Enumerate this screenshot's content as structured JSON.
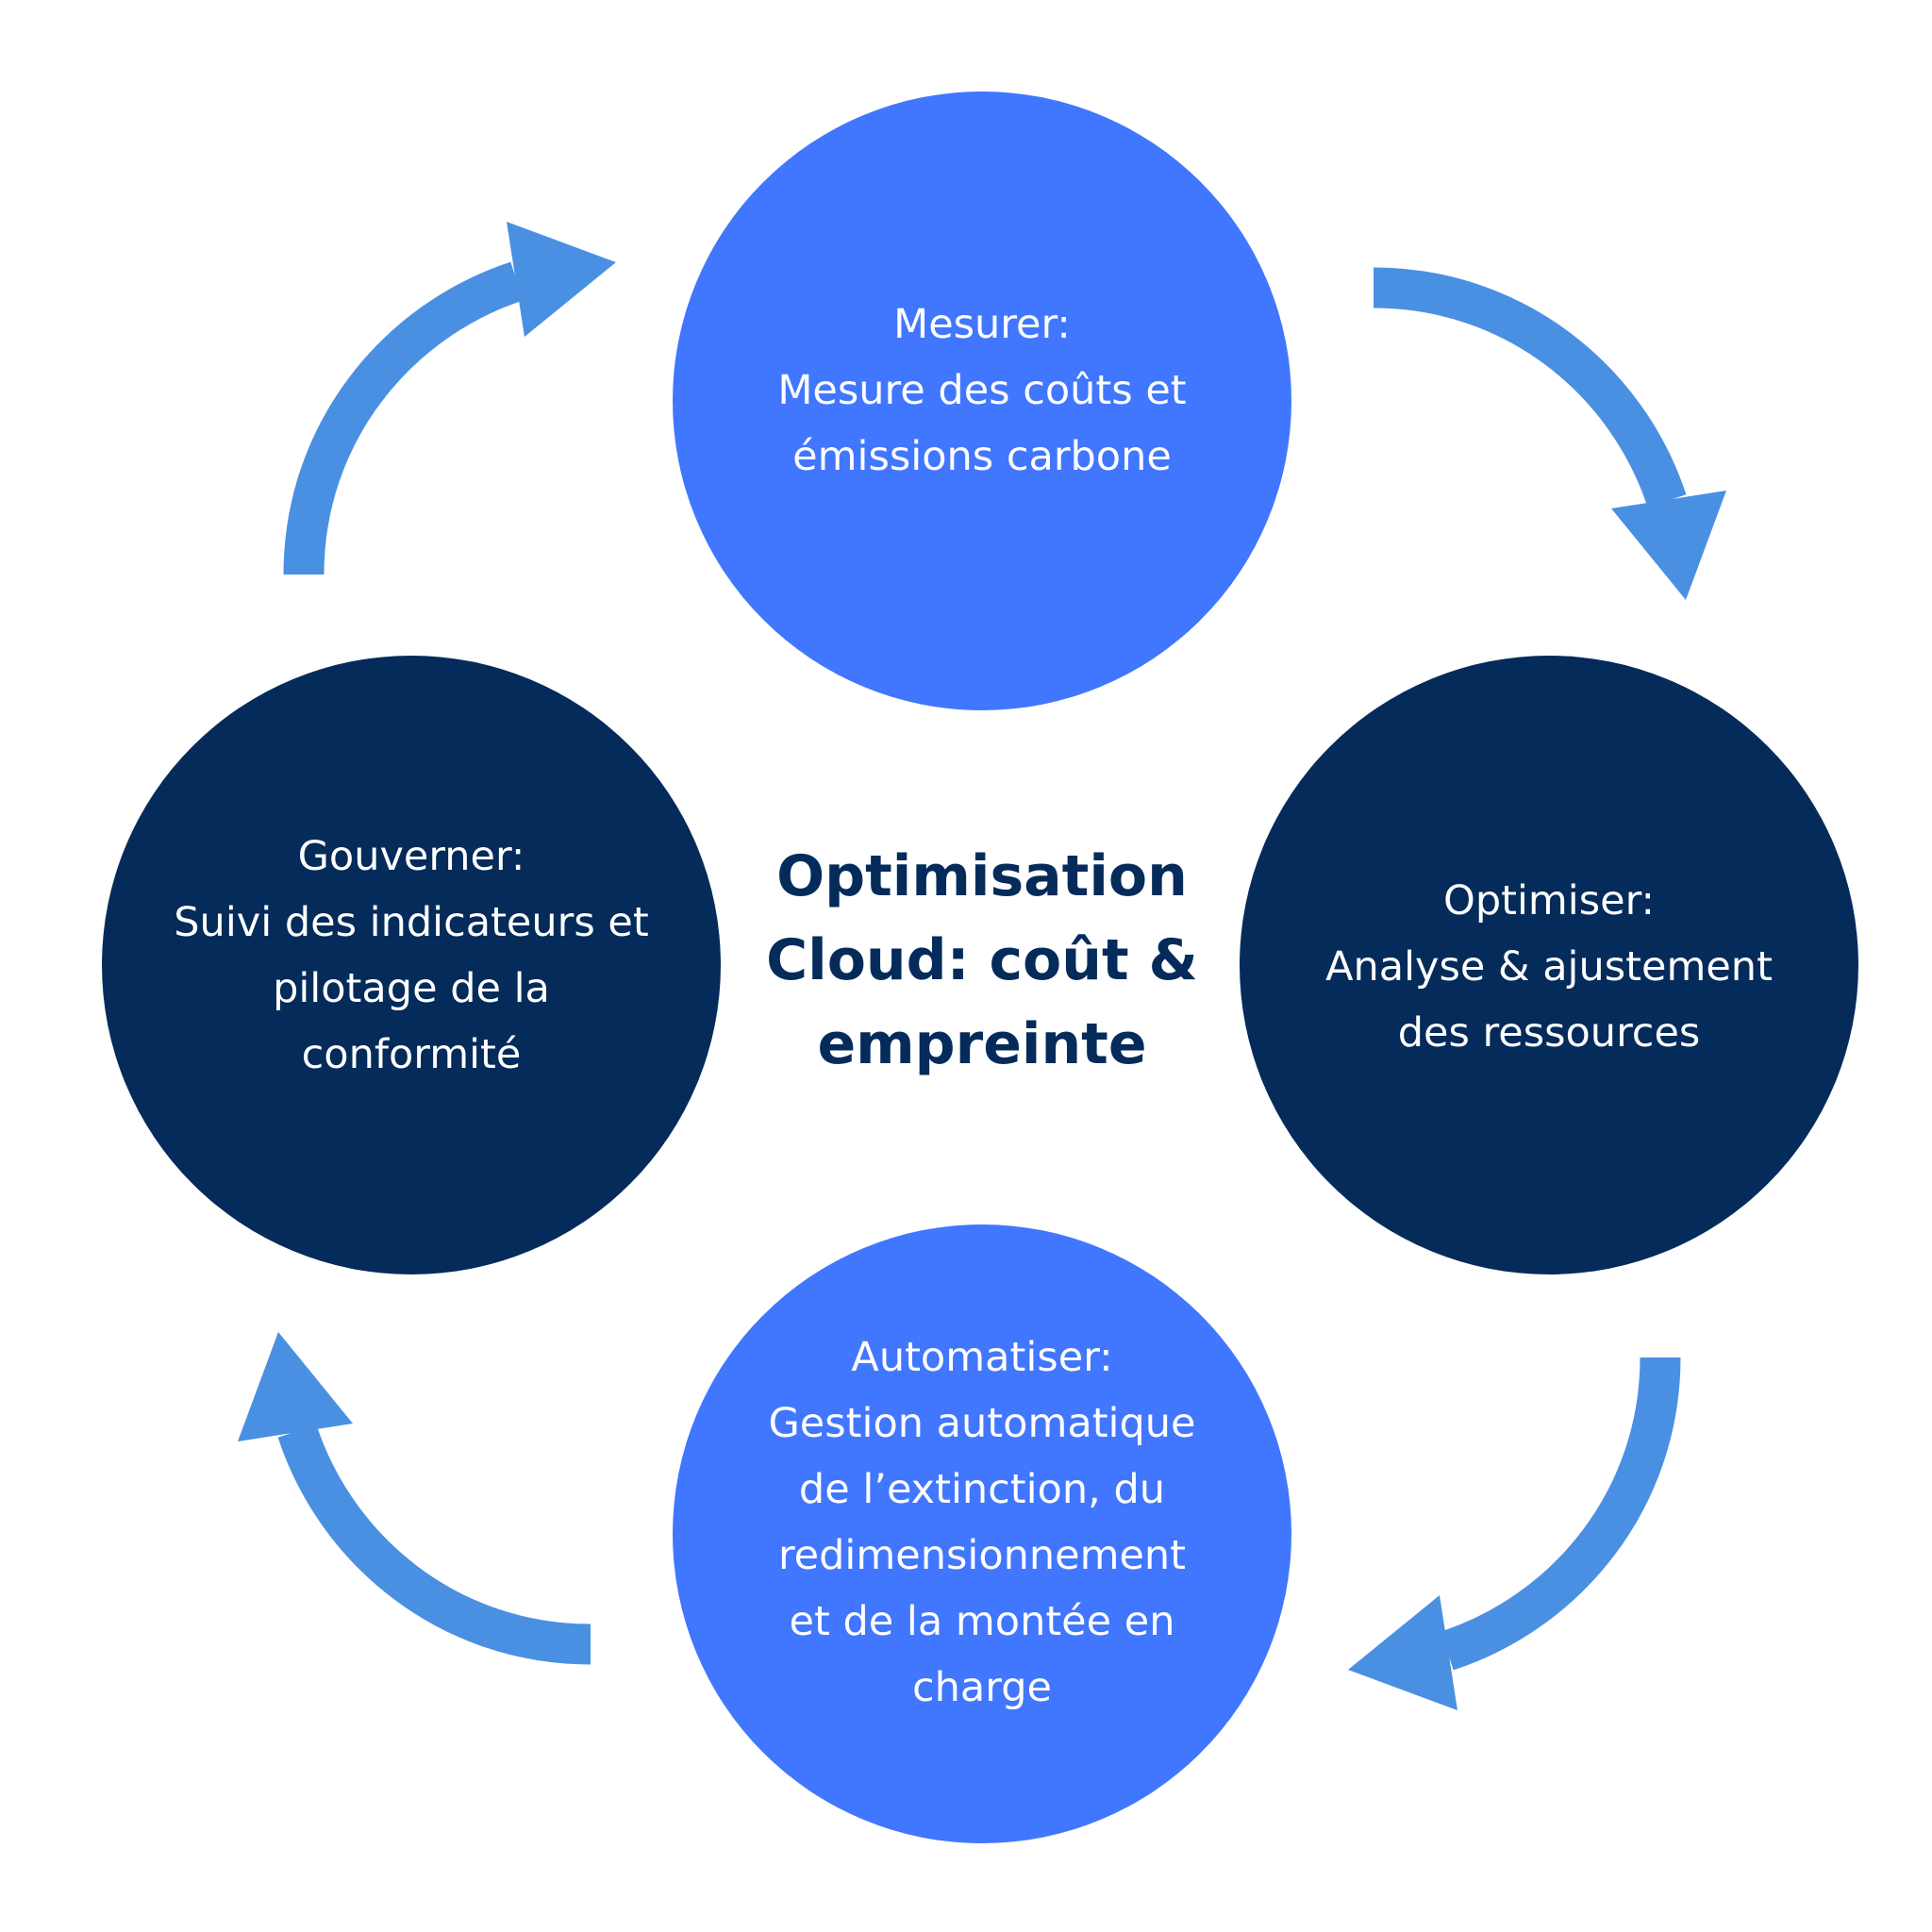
{
  "title": {
    "lines": [
      "Optimisation",
      "Cloud: coût &",
      "empreinte"
    ]
  },
  "colors": {
    "background": "#ffffff",
    "bright_blue": "#4176FF",
    "navy": "#042B5A",
    "arrow": "#4A90E2",
    "title_text": "#042B5A",
    "circle_text": "#ffffff"
  },
  "steps": [
    {
      "id": "mesurer",
      "position": "top",
      "heading": "Mesurer:",
      "lines": [
        "Mesure des coûts et",
        "émissions carbone"
      ],
      "color": "#4176FF"
    },
    {
      "id": "optimiser",
      "position": "right",
      "heading": "Optimiser:",
      "lines": [
        "Analyse & ajustement",
        "des ressources"
      ],
      "color": "#042B5A"
    },
    {
      "id": "automatiser",
      "position": "bottom",
      "heading": "Automatiser:",
      "lines": [
        "Gestion automatique",
        "de l’extinction, du",
        "redimensionnement",
        "et de la montée en",
        "charge"
      ],
      "color": "#4176FF"
    },
    {
      "id": "gouverner",
      "position": "left",
      "heading": "Gouverner:",
      "lines": [
        "Suivi des indicateurs et",
        "pilotage de la",
        "conformité"
      ],
      "color": "#042B5A"
    }
  ],
  "arrows": [
    {
      "from": "gouverner",
      "to": "mesurer",
      "icon": "curved-arrow-icon"
    },
    {
      "from": "mesurer",
      "to": "optimiser",
      "icon": "curved-arrow-icon"
    },
    {
      "from": "optimiser",
      "to": "automatiser",
      "icon": "curved-arrow-icon"
    },
    {
      "from": "automatiser",
      "to": "gouverner",
      "icon": "curved-arrow-icon"
    }
  ],
  "flow_direction": "clockwise"
}
